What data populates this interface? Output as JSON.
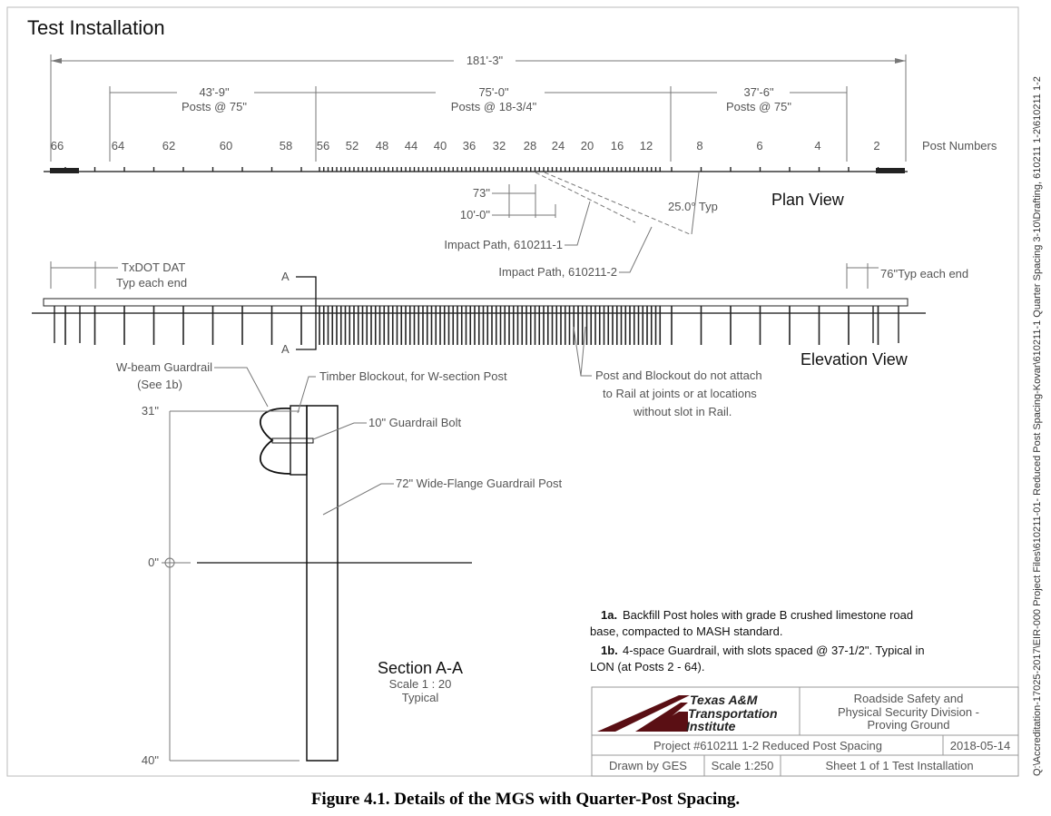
{
  "title": "Test Installation",
  "plan": {
    "overall_length": "181'-3\"",
    "segments": [
      {
        "length": "43'-9\"",
        "spacing": "Posts @ 75\""
      },
      {
        "length": "75'-0\"",
        "spacing": "Posts @ 18-3/4\""
      },
      {
        "length": "37'-6\"",
        "spacing": "Posts @ 75\""
      }
    ],
    "post_numbers": [
      "66",
      "64",
      "62",
      "60",
      "58",
      "56",
      "52",
      "48",
      "44",
      "40",
      "36",
      "32",
      "28",
      "24",
      "20",
      "16",
      "12",
      "8",
      "6",
      "4",
      "2"
    ],
    "post_numbers_label": "Post Numbers",
    "dim_73": "73\"",
    "dim_10": "10'-0\"",
    "angle": "25.0° Typ",
    "impact_path_1": "Impact Path, 610211-1",
    "impact_path_2": "Impact Path, 610211-2",
    "view_label": "Plan View"
  },
  "elevation": {
    "dat_label_1": "TxDOT DAT",
    "dat_label_2": "Typ each end",
    "end_label": "76\"Typ each end",
    "section_mark": "A",
    "note_1": "Post and Blockout do not attach",
    "note_2": "to Rail at joints or at locations",
    "note_3": "without slot in Rail.",
    "view_label": "Elevation View"
  },
  "section": {
    "wbeam_label_1": "W-beam Guardrail",
    "wbeam_label_2": "(See 1b)",
    "blockout_label": "Timber Blockout, for W-section Post",
    "bolt_label": "10\" Guardrail Bolt",
    "post_label": "72\" Wide-Flange Guardrail Post",
    "dim_top": "31\"",
    "dim_zero": "0\"",
    "dim_bottom": "40\"",
    "title": "Section A-A",
    "scale": "Scale 1 : 20",
    "typical": "Typical"
  },
  "notes": {
    "n1a_num": "1a.",
    "n1a_text_1": "Backfill Post holes with grade B crushed limestone road",
    "n1a_text_2": "base, compacted to MASH standard.",
    "n1b_num": "1b.",
    "n1b_text_1": "4-space Guardrail, with slots spaced @ 37-1/2\".  Typical in",
    "n1b_text_2": "LON (at Posts 2 - 64)."
  },
  "title_block": {
    "logo_line1": "Texas A&M",
    "logo_line2": "Transportation",
    "logo_line3": "Institute",
    "division_1": "Roadside Safety and",
    "division_2": "Physical Security Division -",
    "division_3": "Proving Ground",
    "project": "Project #610211 1-2  Reduced Post Spacing",
    "date": "2018-05-14",
    "drawn_by": "Drawn by GES",
    "scale": "Scale 1:250",
    "sheet": "Sheet 1 of 1  Test Installation",
    "logo_color": "#5a0f14"
  },
  "file_path": "Q:\\Accreditation-17025-2017\\EIR-000 Project Files\\610211-01- Reduced Post Spacing-Kovar\\610211-1 Quarter Spacing 3-10\\Drafting, 610211 1-2\\610211 1-2",
  "caption": "Figure 4.1. Details of the MGS with Quarter-Post Spacing."
}
